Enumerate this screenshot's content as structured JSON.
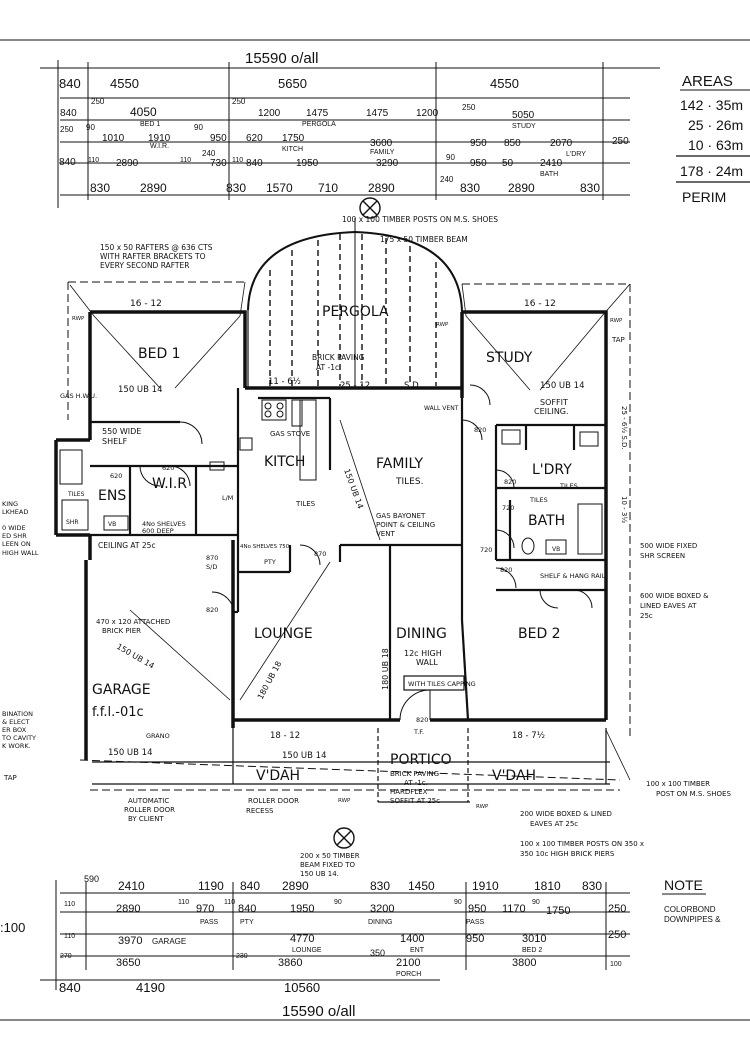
{
  "overall_top": "15590 o/all",
  "overall_bottom": "15590 o/all",
  "top_dims": {
    "row1": [
      "840",
      "4550",
      "5650",
      "4550"
    ],
    "row2": [
      "840",
      "250",
      "4050",
      "BED 1",
      "250",
      "1200",
      "1475",
      "PERGOLA",
      "1475",
      "1200",
      "250",
      "5050",
      "STUDY"
    ],
    "row3": [
      "250",
      "90",
      "1010",
      "W.I.R.",
      "1910",
      "90",
      "950",
      "620",
      "1750",
      "KITCH",
      "3600",
      "FAMILY",
      "950",
      "850",
      "2070",
      "L'DRY",
      "250"
    ],
    "row4": [
      "840",
      "110",
      "2890",
      "110",
      "240",
      "730",
      "110",
      "840",
      "1950",
      "3290",
      "90",
      "950",
      "50",
      "2410",
      "BATH"
    ],
    "row5": [
      "830",
      "2890",
      "830",
      "1570",
      "710",
      "2890",
      "240",
      "830",
      "2890",
      "830"
    ]
  },
  "bottom_dims": {
    "row1": [
      "590",
      "2410",
      "1190",
      "840",
      "2890",
      "830",
      "1450",
      "1910",
      "1810",
      "830"
    ],
    "row2": [
      "110",
      "2890",
      "110",
      "970",
      "PASS",
      "110",
      "840",
      "PTY",
      "1950",
      "90",
      "3200",
      "DINING",
      "90",
      "950",
      "PASS",
      "1170",
      "90",
      "1750",
      "250"
    ],
    "row3": [
      "110",
      "3970",
      "GARAGE",
      "4770",
      "LOUNGE",
      "1400",
      "ENT",
      "950",
      "3010",
      "BED 2",
      "250"
    ],
    "row4": [
      "270",
      "3650",
      "230",
      "3860",
      "350",
      "2100",
      "PORCH",
      "3800",
      "100"
    ],
    "row5": [
      "840",
      "4190",
      "10560"
    ]
  },
  "scale": ":100",
  "areas": {
    "title": "AREAS",
    "values": [
      "142 · 35m",
      "25 · 26m",
      "10 · 63m"
    ],
    "total": "178 · 24m",
    "perim": "PERIM"
  },
  "note": {
    "title": "NOTE",
    "lines": [
      "COLORBOND",
      "DOWNPIPES &"
    ]
  },
  "rooms": {
    "bed1": "BED 1",
    "pergola": "PERGOLA",
    "study": "STUDY",
    "kitch": "KITCH",
    "family": "FAMILY",
    "family_tiles": "TILES.",
    "ldry": "L'DRY",
    "bath": "BATH",
    "ens": "ENS",
    "wir": "W.I.R",
    "lounge": "LOUNGE",
    "dining": "DINING",
    "bed2": "BED 2",
    "garage": "GARAGE",
    "garage_ffl": "f.f.l.-01c",
    "portico": "PORTICO",
    "vdah_left": "V'DAH",
    "vdah_right": "V'DAH"
  },
  "annotations": {
    "posts_top": "100 x 100 TIMBER POSTS ON M.S. SHOES",
    "beam_top": "175 x 50 TIMBER BEAM",
    "rafters_1": "150 x 50 RAFTERS @ 636 CTS",
    "rafters_2": "WITH RAFTER BRACKETS TO",
    "rafters_3": "EVERY SECOND RAFTER",
    "bed1_span": "16 - 12",
    "study_span": "16 - 12",
    "brick_paving": "BRICK PAVING",
    "brick_paving_at": "AT -1c",
    "ub_bed1": "150 UB 14",
    "ub_study": "150 UB 14",
    "span_116": "11 - 6½",
    "span_2512": "25 - 12",
    "sd_family": "S.D.",
    "soffit_1": "SOFFIT",
    "soffit_2": "CEILING.",
    "wall_vent": "WALL VENT",
    "gas_hwu": "GAS H.W.U.",
    "shelf_550": "550 WIDE",
    "shelf_550b": "SHELF",
    "gas_stove": "GAS STOVE",
    "tiles_kitch": "TILES",
    "gas_bayonet_1": "GAS BAYONET",
    "gas_bayonet_2": "POINT & CEILING",
    "gas_bayonet_3": "VENT",
    "ub_diag": "150 UB 14",
    "ceiling_25": "CEILING AT 25c",
    "shelves_4": "4No SHELVES",
    "shelves_600": "600 DEEP",
    "hang_rail": "SHELF & HANG RAIL",
    "pier_470": "470 x 120 ATTACHED",
    "pier_470b": "BRICK PIER",
    "ub_garage": "150 UB 14",
    "ub_lounge": "180 UB 18",
    "ub_dining": "180 UB 18",
    "wall_12_1": "12c HIGH",
    "wall_12_2": "WALL",
    "tiles_capping": "WITH TILES CAPPING",
    "span_1812": "18 - 12",
    "span_187": "18 - 7½",
    "ub_vdah_left": "150 UB 14",
    "ub_vdah_right": "150 UB 14",
    "tf": "T.F.",
    "grano": "GRANO",
    "portico_1": "BRICK PAVING",
    "portico_2": "AT -1c.",
    "portico_3": "HARDFLEX",
    "portico_4": "SOFFIT AT 25c",
    "auto_door_1": "AUTOMATIC",
    "auto_door_2": "ROLLER DOOR",
    "auto_door_3": "BY CLIENT",
    "roller_recess_1": "ROLLER DOOR",
    "roller_recess_2": "RECESS",
    "eaves_200_1": "200 WIDE BOXED & LINED",
    "eaves_200_2": "EAVES AT 25c",
    "posts_350_1": "100 x 100 TIMBER POSTS ON 350 x",
    "posts_350_2": "350 10c HIGH BRICK PIERS",
    "beam_200_1": "200 x 50 TIMBER",
    "beam_200_2": "BEAM FIXED TO",
    "beam_200_3": "150 UB 14.",
    "shr_500_1": "500 WIDE FIXED",
    "shr_500_2": "SHR SCREEN",
    "eaves_600_1": "600 WIDE BOXED &",
    "eaves_600_2": "LINED EAVES AT",
    "eaves_600_3": "25c",
    "post_right_1": "100 x 100 TIMBER",
    "post_right_2": "POST ON M.S. SHOES",
    "left_1": "KING",
    "left_2": "LKHEAD",
    "left_3": "0 WIDE",
    "left_4": "ED SHR",
    "left_5": "LEEN ON",
    "left_6": "HIGH WALL",
    "left_7": "BINATION",
    "left_8": "& ELECT",
    "left_9": "ER BOX",
    "left_10": "TO CAVITY",
    "left_11": "K WORK.",
    "tap_left": "TAP",
    "tap_right": "TAP",
    "rwp": "RWP",
    "tiles": "TILES",
    "tiles_ldry": "TILES",
    "tiles_bath": "TILES",
    "shr": "SHR",
    "vb": "VB",
    "d820": "820",
    "d720": "720",
    "d620": "620",
    "d870": "870",
    "sd": "S/D",
    "lm": "L/M",
    "pty": "PTY",
    "shelves_750": "4No SHELVES 750",
    "dim_right": "25 - 6½ S.D.",
    "dim_right2": "10 - 3½"
  }
}
